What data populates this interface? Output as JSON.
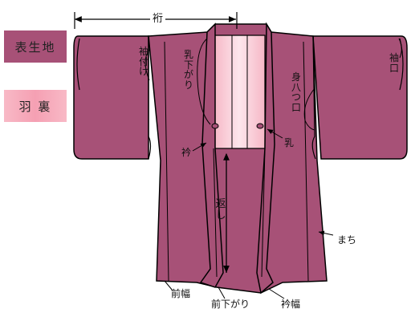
{
  "legend": [
    {
      "label": "表生地",
      "color": "#a75177"
    },
    {
      "label": "羽 裏",
      "color": "#f5a9b8"
    }
  ],
  "labels": {
    "yuki": "裄",
    "sodetsuke": "袖付け",
    "chisagari": "乳下がり",
    "miyatsukuchi": "身八つ口",
    "sodeguchi": "袖口",
    "eri": "衿",
    "chi": "乳",
    "kaeshi": "返し",
    "machi": "まち",
    "maehaba": "前幅",
    "maesagari": "前下がり",
    "erihaba": "衿幅"
  },
  "colors": {
    "body": "#a75177",
    "lining_light": "#fde4ea",
    "lining_dark": "#f3a6b8",
    "outline": "#000000"
  }
}
